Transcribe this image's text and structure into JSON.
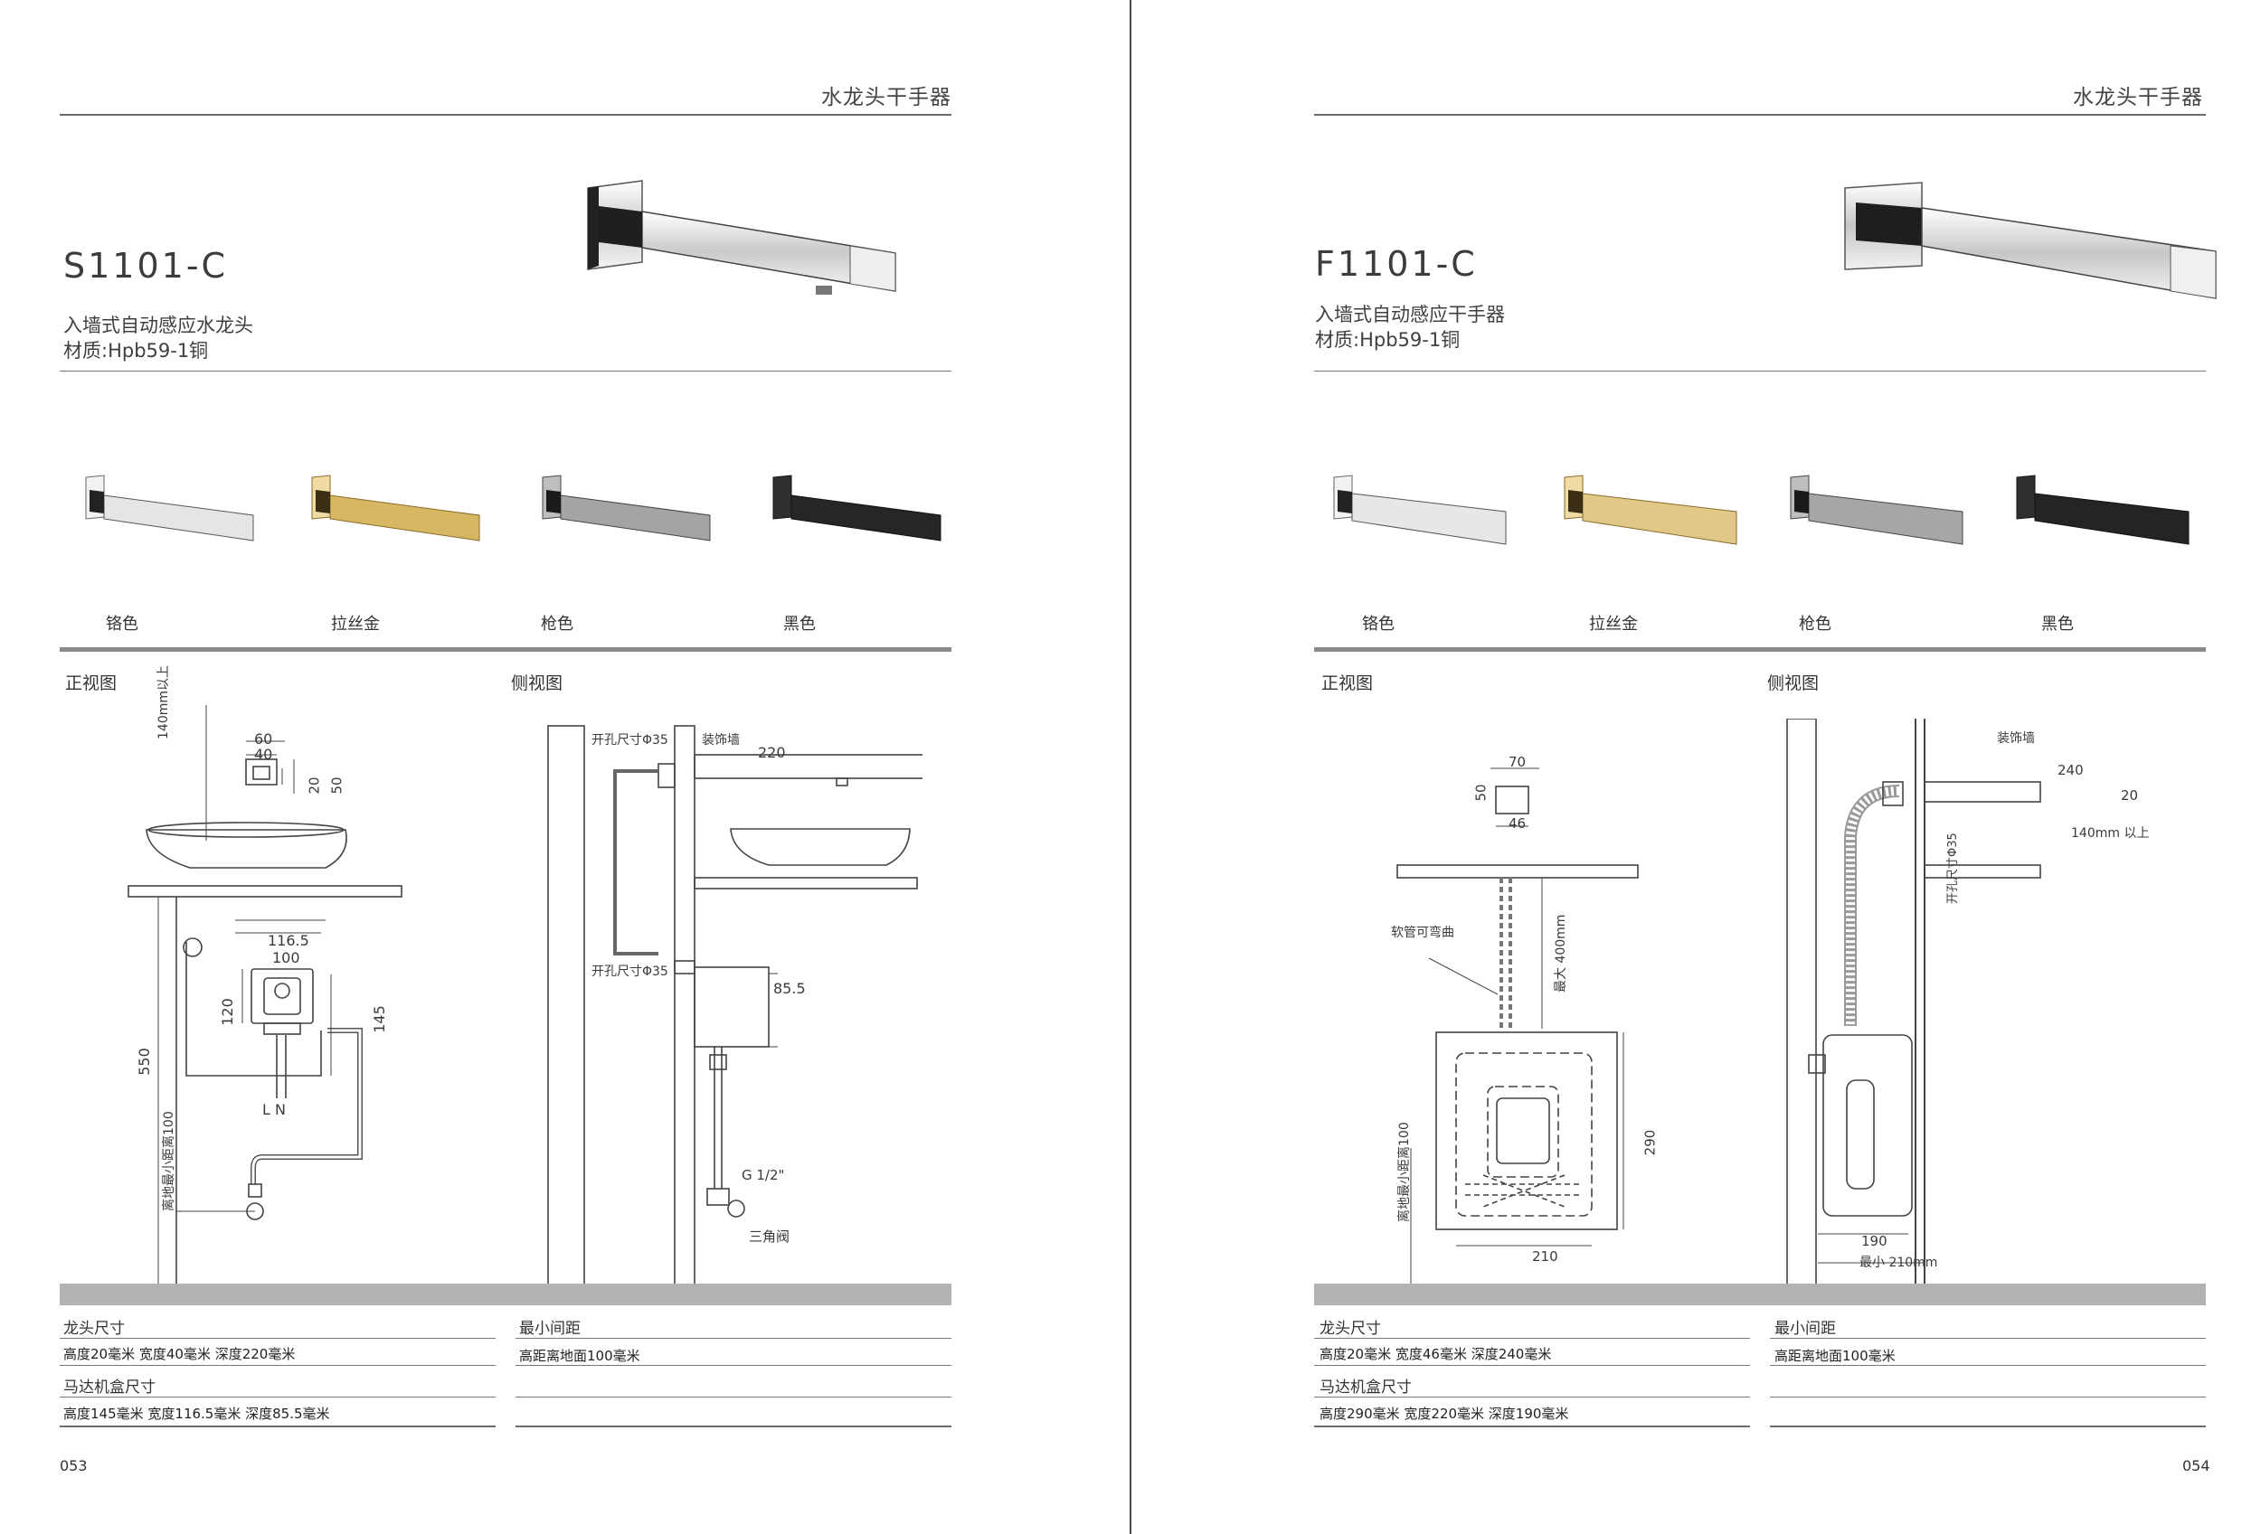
{
  "left": {
    "header_title": "水龙头干手器",
    "model": "S1101-C",
    "description": "入墙式自动感应水龙头",
    "material": "材质:Hpb59-1铜",
    "finishes": [
      "铬色",
      "拉丝金",
      "枪色",
      "黑色"
    ],
    "views": {
      "front": "正视图",
      "side": "侧视图"
    },
    "front_dims": {
      "d60": "60",
      "d40": "40",
      "d20": "20",
      "d50": "50",
      "d140": "140mm以上",
      "d116": "116.5",
      "d100": "100",
      "d120": "120",
      "d145": "145",
      "d550": "550",
      "ln": "L N",
      "min100": "离地最小距离100"
    },
    "side_dims": {
      "hole_top": "开孔尺寸Φ35",
      "wall": "装饰墙",
      "d220": "220",
      "hole_mid": "开孔尺寸Φ35",
      "d85": "85.5",
      "g12": "G 1/2\"",
      "valve": "三角阀"
    },
    "specs": {
      "faucet_head": "龙头尺寸",
      "faucet_val": "高度20毫米  宽度40毫米 深度220毫米",
      "motor_head": "马达机盒尺寸",
      "motor_val": "高度145毫米  宽度116.5毫米 深度85.5毫米",
      "gap_head": "最小间距",
      "gap_val": "高距离地面100毫米"
    },
    "page_number": "053"
  },
  "right": {
    "header_title": "水龙头干手器",
    "model": "F1101-C",
    "description": "入墙式自动感应干手器",
    "material": "材质:Hpb59-1铜",
    "finishes": [
      "铬色",
      "拉丝金",
      "枪色",
      "黑色"
    ],
    "views": {
      "front": "正视图",
      "side": "侧视图"
    },
    "front_dims": {
      "d70": "70",
      "d46": "46",
      "d50": "50",
      "hose": "软管可弯曲",
      "max400": "最大 400mm",
      "d290": "290",
      "d210": "210",
      "min100": "离地最小距离100"
    },
    "side_dims": {
      "wall": "装饰墙",
      "d240": "240",
      "d20": "20",
      "d140": "140mm 以上",
      "hole": "开孔尺寸Φ35",
      "d190": "190",
      "min210": "最小 210mm"
    },
    "specs": {
      "faucet_head": "龙头尺寸",
      "faucet_val": "高度20毫米  宽度46毫米 深度240毫米",
      "motor_head": "马达机盒尺寸",
      "motor_val": "高度290毫米  宽度220毫米 深度190毫米",
      "gap_head": "最小间距",
      "gap_val": "高距离地面100毫米"
    },
    "page_number": "054"
  },
  "colors": {
    "chrome": "#d9dadb",
    "gold": "#d7b56a",
    "gun": "#9a9b9d",
    "black": "#2a2a2a",
    "ground": "#b3b3b3"
  }
}
